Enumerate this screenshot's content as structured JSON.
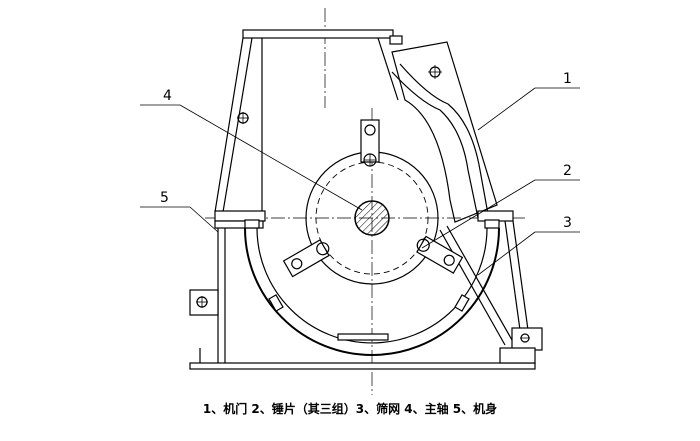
{
  "labels": {
    "door": "1",
    "hammer": "2",
    "screen": "3",
    "shaft": "4",
    "body": "5"
  },
  "caption": "1、机门 2、锤片（其三组）3、筛网 4、主轴 5、机身"
}
